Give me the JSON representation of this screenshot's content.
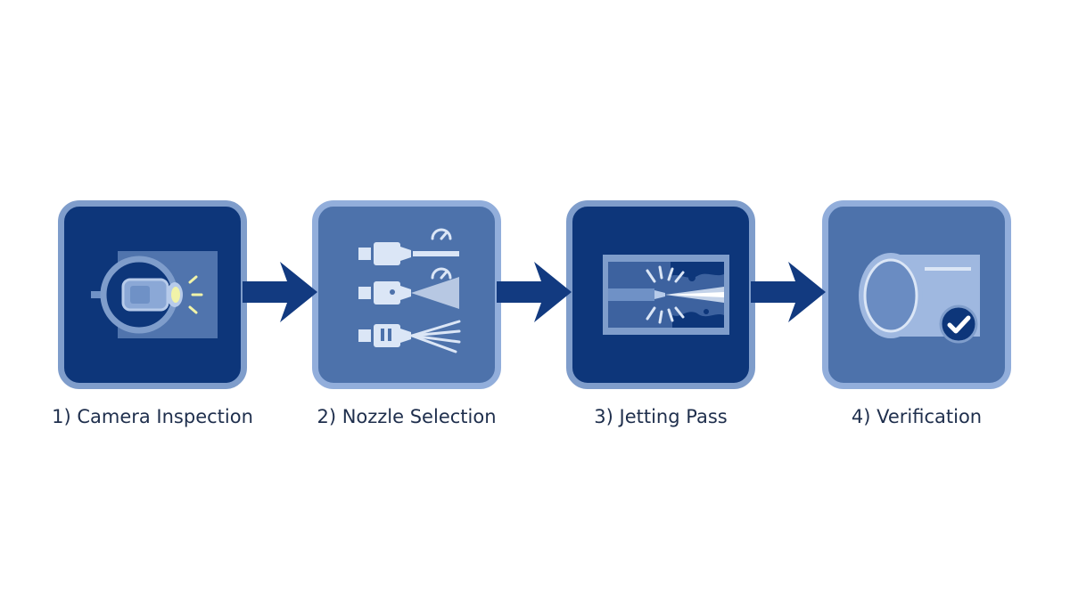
{
  "colors": {
    "dark_tile": "#0d367a",
    "light_tile": "#4d72ab",
    "arrow": "#123a80",
    "label_text": "#1f2f4d",
    "highlight": "#f1f3a8"
  },
  "steps": [
    {
      "label": "1) Camera Inspection",
      "icon": "camera-inspection-icon"
    },
    {
      "label": "2) Nozzle Selection",
      "icon": "nozzle-selection-icon"
    },
    {
      "label": "3) Jetting Pass",
      "icon": "jetting-pass-icon"
    },
    {
      "label": "4) Verification",
      "icon": "verification-icon"
    }
  ]
}
